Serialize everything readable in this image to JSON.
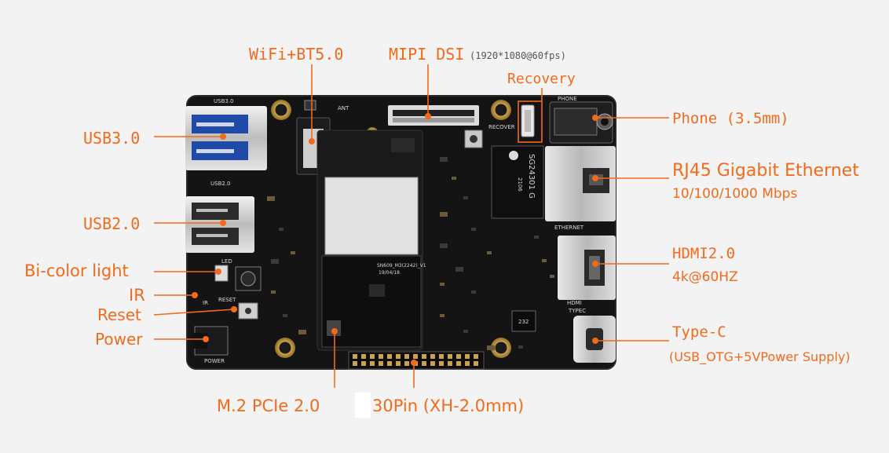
{
  "labels": {
    "wifi": "WiFi+BT5.0",
    "mipi": "MIPI DSI",
    "mipi_note": "(1920*1080@60fps)",
    "recovery": "Recovery",
    "phone": "Phone (3.5mm)",
    "rj45": "RJ45 Gigabit Ethernet",
    "rj45_speed": "10/100/1000 Mbps",
    "hdmi": "HDMI2.0",
    "hdmi_res": "4k@60HZ",
    "typec": "Type-C",
    "typec_note": "(USB_OTG+5VPower Supply)",
    "usb3": "USB3.0",
    "usb2": "USB2.0",
    "bicolor": "Bi-color light",
    "ir": "IR",
    "reset": "Reset",
    "power": "Power",
    "m2": "M.2 PCIe 2.0",
    "pin30": "30Pin (XH-2.0mm)"
  },
  "silkscreen": {
    "usb30": "USB3.0",
    "usb20": "USB2.0",
    "phone": "PHONE",
    "ethernet": "ETHERNET",
    "hdmi": "HDMI",
    "typec": "TYPEC",
    "recover": "RECOVER",
    "led": "LED",
    "ir": "IR",
    "reset": "RESET",
    "power": "POWER",
    "chip": "SG24301 G",
    "chip_code": "2106",
    "module": "SN609_M3(2242)_V1",
    "module_date": "19/04/18",
    "ic": "232",
    "ant": "ANT"
  },
  "colors": {
    "accent": "#f26a1b",
    "board": "#141414",
    "background": "#f3f3f3"
  }
}
